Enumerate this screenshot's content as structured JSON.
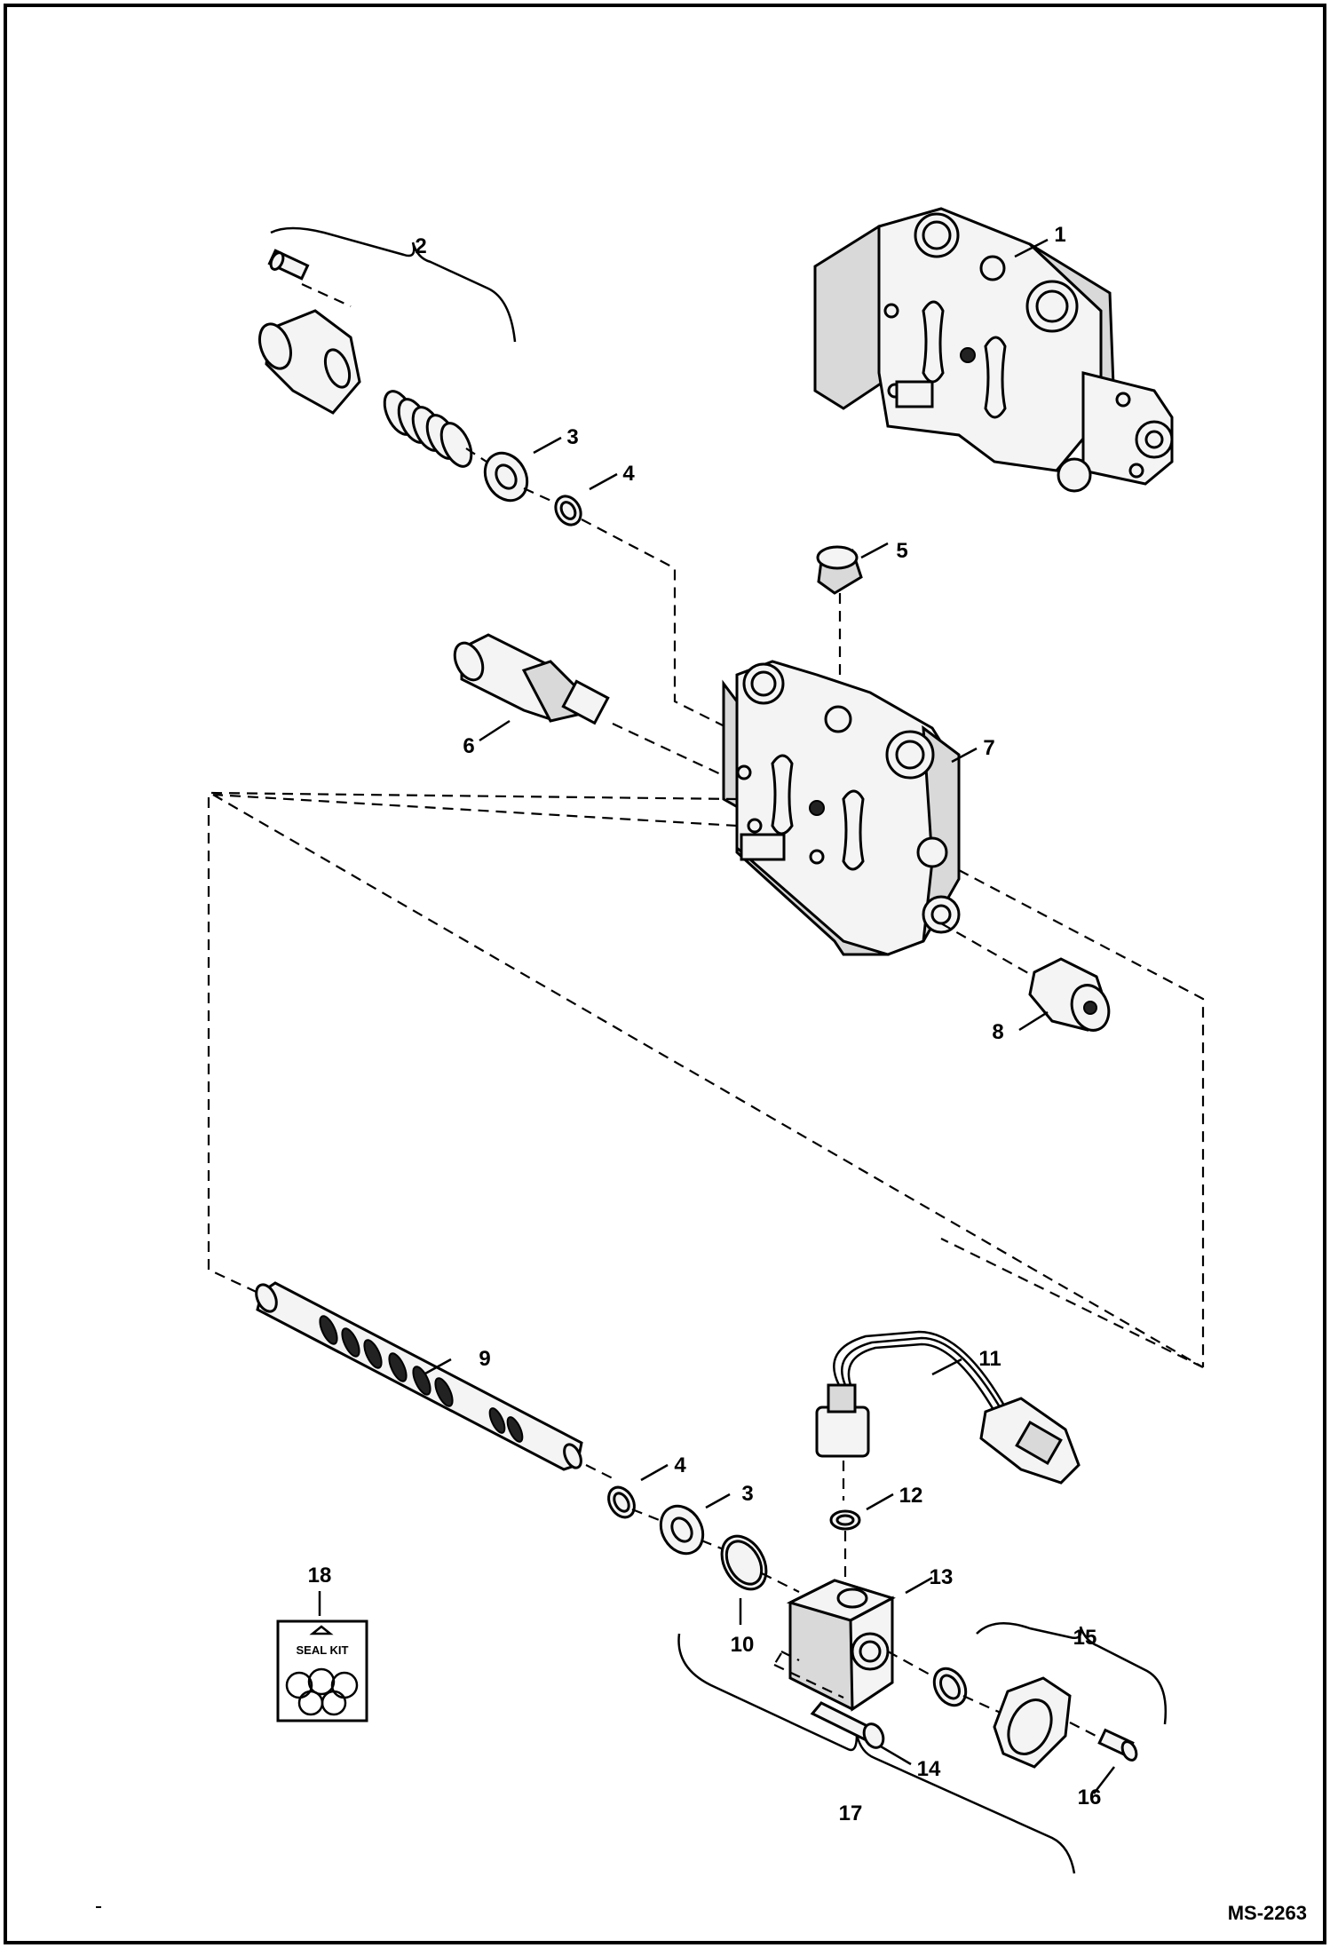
{
  "diagram_id": "MS-2263",
  "seal_kit_label": "SEAL KIT",
  "callouts": {
    "c1": "1",
    "c2": "2",
    "c3a": "3",
    "c4a": "4",
    "c5": "5",
    "c6": "6",
    "c7": "7",
    "c8": "8",
    "c9": "9",
    "c4b": "4",
    "c3b": "3",
    "c10": "10",
    "c11": "11",
    "c12": "12",
    "c13": "13",
    "c14": "14",
    "c15": "15",
    "c16": "16",
    "c17": "17",
    "c18": "18"
  }
}
